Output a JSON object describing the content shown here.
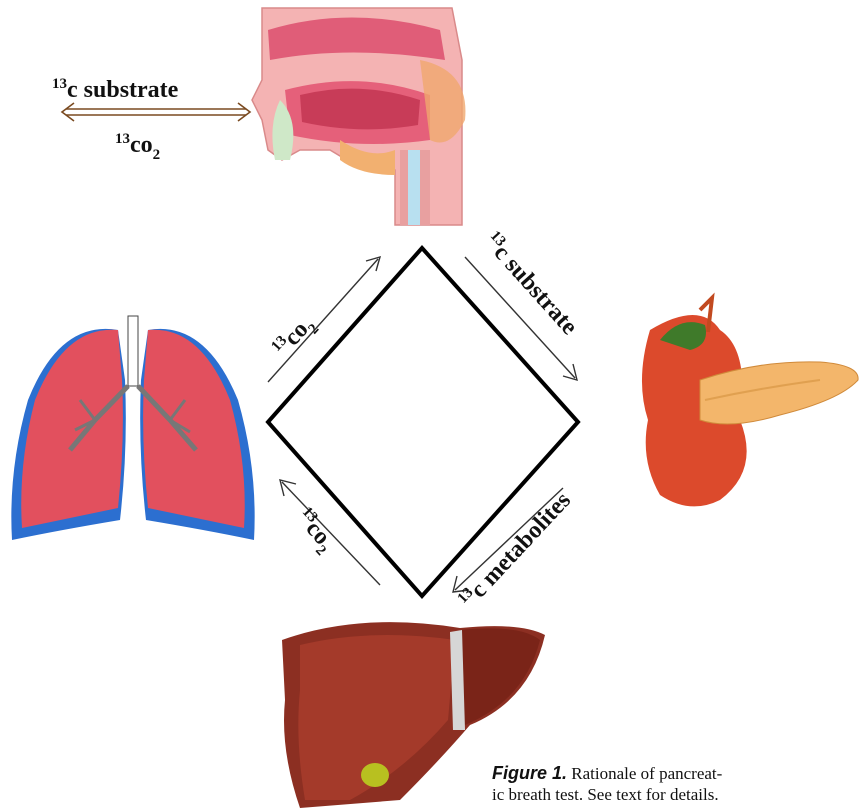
{
  "labels": {
    "mouth_in": {
      "sup": "13",
      "text": "c substrate"
    },
    "mouth_out": {
      "sup": "13",
      "text": "co",
      "sub": "2"
    },
    "edge_top_left": {
      "sup": "13",
      "text": "co",
      "sub": "2"
    },
    "edge_top_right": {
      "sup": "13",
      "text": "c substrate"
    },
    "edge_bottom_right": {
      "sup": "13",
      "text": "c metabolites"
    },
    "edge_bottom_left": {
      "sup": "13",
      "text": "co",
      "sub": "2"
    }
  },
  "caption": {
    "figure_label": "Figure 1.",
    "line1": "Rationale of pancreat-",
    "line2": "ic breath test. See text for details."
  },
  "colors": {
    "lung_fill": "#e2505e",
    "lung_edge": "#2c6fd0",
    "liver": "#8c2f22",
    "pancreas": "#f3b66b",
    "duodenum": "#dc4a2c",
    "head_skin": "#f4b3b3",
    "oral": "#e5607a"
  }
}
